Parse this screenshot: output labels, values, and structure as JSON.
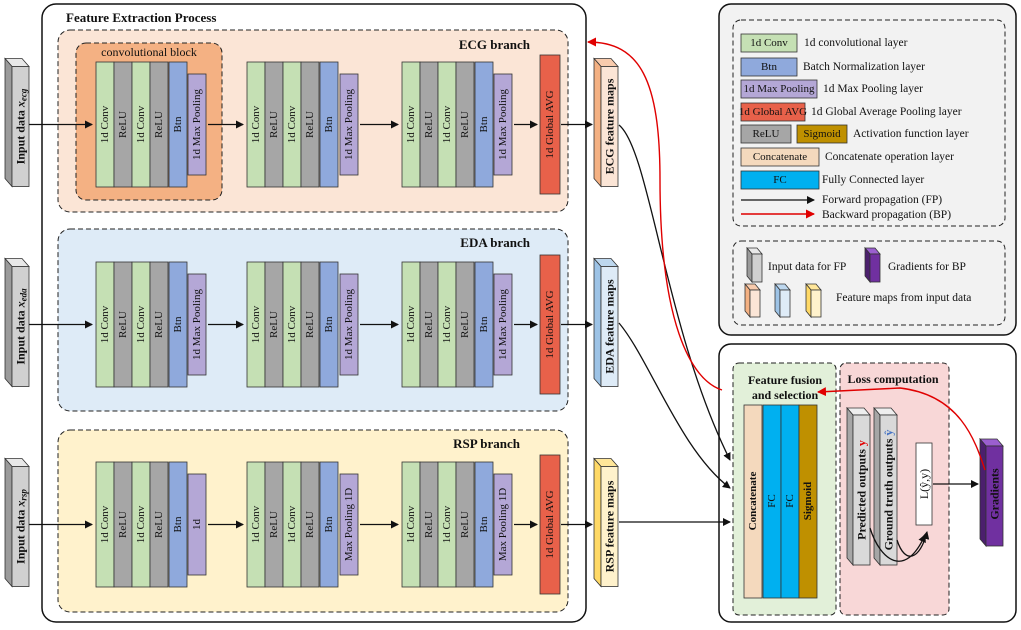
{
  "title": "Feature Extraction Process",
  "conv_block_label": "convolutional block",
  "branches": [
    {
      "name": "ECG branch",
      "input_base": "Input data ",
      "input_var": "x",
      "input_sub": "ecg",
      "feature_maps": "ECG feature maps",
      "blocks": [
        [
          "1d Conv",
          "ReLU",
          "1d Conv",
          "ReLU",
          "Btn",
          "1d Max Pooling"
        ],
        [
          "1d Conv",
          "ReLU",
          "1d Conv",
          "ReLU",
          "Btn",
          "1d Max Pooling"
        ],
        [
          "1d Conv",
          "ReLU",
          "1d Conv",
          "ReLU",
          "Btn",
          "1d Max Pooling"
        ]
      ],
      "global_avg": "1d Global AVG"
    },
    {
      "name": "EDA branch",
      "input_base": "Input data ",
      "input_var": "x",
      "input_sub": "eda",
      "feature_maps": "EDA feature maps",
      "blocks": [
        [
          "1d Conv",
          "ReLU",
          "1d Conv",
          "ReLU",
          "Btn",
          "1d Max Pooling"
        ],
        [
          "1d Conv",
          "ReLU",
          "1d Conv",
          "ReLU",
          "Btn",
          "1d Max Pooling"
        ],
        [
          "1d Conv",
          "ReLU",
          "1d Conv",
          "ReLU",
          "Btn",
          "1d Max Pooling"
        ]
      ],
      "global_avg": "1d Global AVG"
    },
    {
      "name": "RSP branch",
      "input_base": "Input data ",
      "input_var": "x",
      "input_sub": "rsp",
      "feature_maps": "RSP feature maps",
      "blocks": [
        [
          "1d Conv",
          "ReLU",
          "1d Conv",
          "ReLU",
          "Btn",
          "1d"
        ],
        [
          "1d Conv",
          "ReLU",
          "1d Conv",
          "ReLU",
          "Btn",
          "Max Pooling 1D"
        ],
        [
          "1d Conv",
          "ReLU",
          "1d Conv",
          "ReLU",
          "Btn",
          "Max Pooling 1D"
        ]
      ],
      "global_avg": "1d Global AVG"
    }
  ],
  "legend": {
    "items": [
      {
        "box": "1d Conv",
        "desc": "1d convolutional layer",
        "color": "#c5e0b4"
      },
      {
        "box": "Btn",
        "desc": "Batch Normalization layer",
        "color": "#8fa9dc"
      },
      {
        "box": "1d Max Pooling",
        "desc": "1d Max Pooling layer",
        "color": "#b4a7d6"
      },
      {
        "box": "1d Global AVG",
        "desc": "1d Global Average Pooling layer",
        "color": "#e8614a"
      },
      {
        "box": "ReLU",
        "box2": "Sigmoid",
        "desc": "Activation function layer",
        "color": "#a6a6a6",
        "color2": "#bf9000"
      },
      {
        "box": "Concatenate",
        "desc": "Concatenate operation layer",
        "color": "#f4d9bd"
      },
      {
        "box": "FC",
        "desc": "Fully Connected layer",
        "color": "#00b0f0"
      }
    ],
    "fp": "Forward propagation (FP)",
    "bp": "Backward propagation (BP)",
    "input_fp": "Input data for FP",
    "grad_bp": "Gradients for BP",
    "feature_maps": "Feature maps from input data"
  },
  "fusion": {
    "title_line1": "Feature fusion",
    "title_line2": "and selection",
    "layers": [
      "Concatenate",
      "FC",
      "FC",
      "Sigmoid"
    ]
  },
  "loss": {
    "title": "Loss computation",
    "pred": "Predicted outputs ",
    "pred_var": "y",
    "truth": "Ground truth outputs ",
    "truth_var": "ŷ",
    "fn": "L(ŷ,y)"
  },
  "gradients": "Gradients"
}
